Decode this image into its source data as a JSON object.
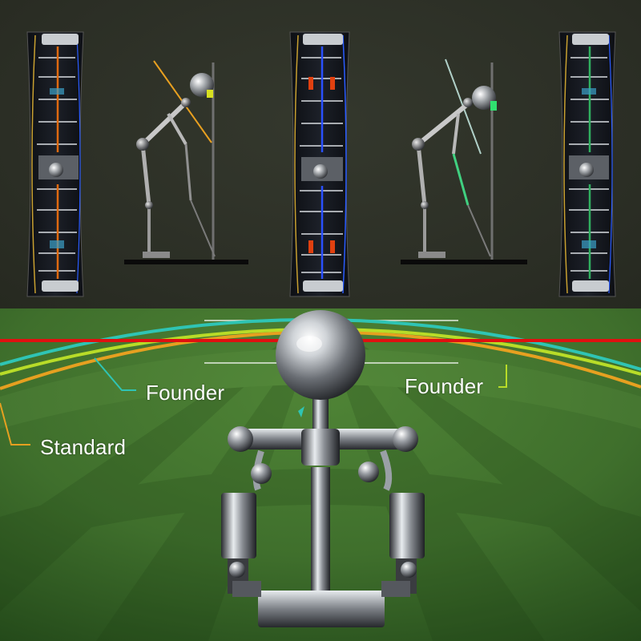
{
  "labels": {
    "founder_left": "Founder",
    "founder_right": "Founder",
    "standard": "Standard"
  },
  "colors": {
    "background_dark": "#2c2f26",
    "grass": "#3f6f2c",
    "red_line": "#e01010",
    "founder_left_curve": "#2fc4b4",
    "founder_right_curve": "#b8dc28",
    "standard_curve": "#e6a020",
    "label_text": "#ffffff"
  }
}
